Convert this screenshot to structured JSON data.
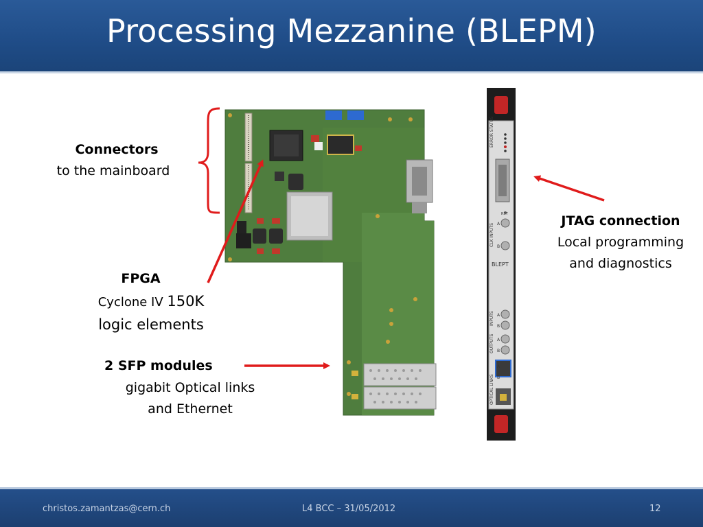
{
  "slide": {
    "title": "Processing Mezzanine (BLEPM)"
  },
  "labels": {
    "connectors_title": "Connectors",
    "connectors_desc": "to the mainboard",
    "fpga_title": "FPGA",
    "fpga_line1_a": "Cyclone IV ",
    "fpga_line1_b": "150K",
    "fpga_line2": "logic elements",
    "sfp_title": "2 SFP modules",
    "sfp_line1": "gigabit Optical links",
    "sfp_line2": "and Ethernet",
    "jtag_title": "JTAG connection",
    "jtag_line1": "Local programming",
    "jtag_line2": "and diagnostics"
  },
  "front_panel": {
    "name": "BLEPT",
    "labels": [
      "ERROR STATUS",
      "CLK INPUTS",
      "INPUTS",
      "OUTPUTS",
      "OPTICAL LINKS"
    ],
    "port_letters": [
      "A",
      "B",
      "A",
      "B",
      "A",
      "B",
      "A",
      "B"
    ],
    "rst": "RST"
  },
  "footer": {
    "email": "christos.zamantzas@cern.ch",
    "event": "L4 BCC – 31/05/2012",
    "page": "12"
  },
  "colors": {
    "title_bar": "#1f4c87",
    "arrow": "#e01b1b",
    "pcb_green": "#4c7a3c"
  }
}
